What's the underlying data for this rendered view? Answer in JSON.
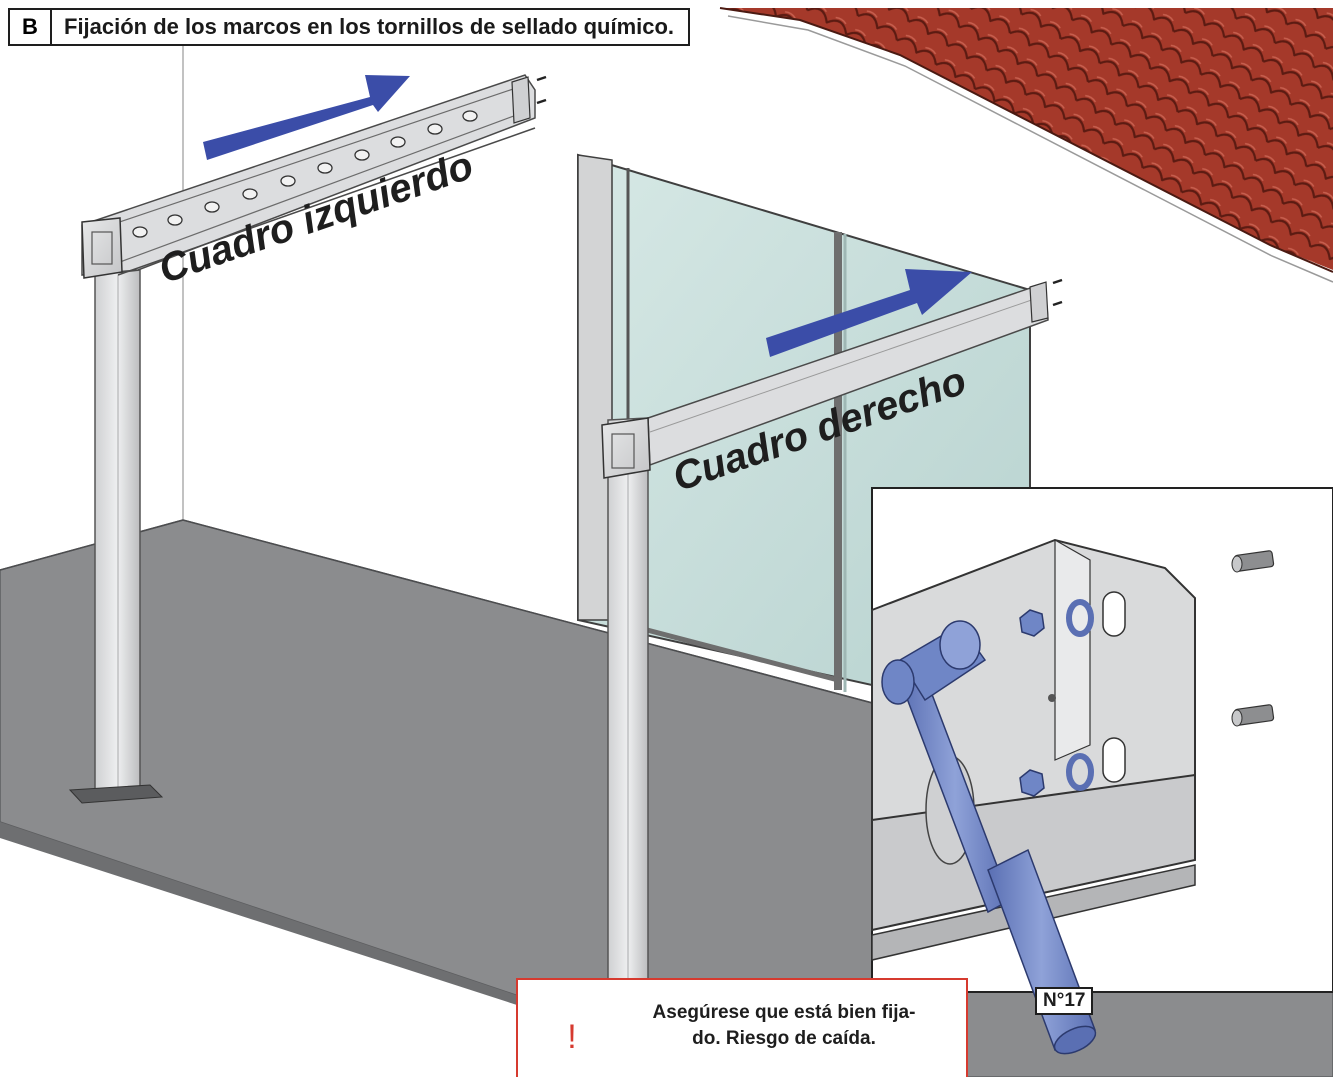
{
  "header": {
    "section_letter": "B",
    "title": "Fijación de los marcos en los tornillos de sellado químico."
  },
  "labels": {
    "left_frame": "Cuadro izquierdo",
    "right_frame": "Cuadro derecho"
  },
  "detail": {
    "wrench_size": "N°17"
  },
  "warning": {
    "text_line1": "Asegúrese que está bien fija-",
    "text_line2": "do. Riesgo de caída.",
    "symbol": "!"
  },
  "colors": {
    "arrow": "#3b4da8",
    "tool": "#6f86c6",
    "floor": "#8b8c8e",
    "roof_tile": "#a5392a",
    "frame_metal": "#d9dadb",
    "glass": "#c9dfdc",
    "warning_border": "#d63a2f"
  }
}
